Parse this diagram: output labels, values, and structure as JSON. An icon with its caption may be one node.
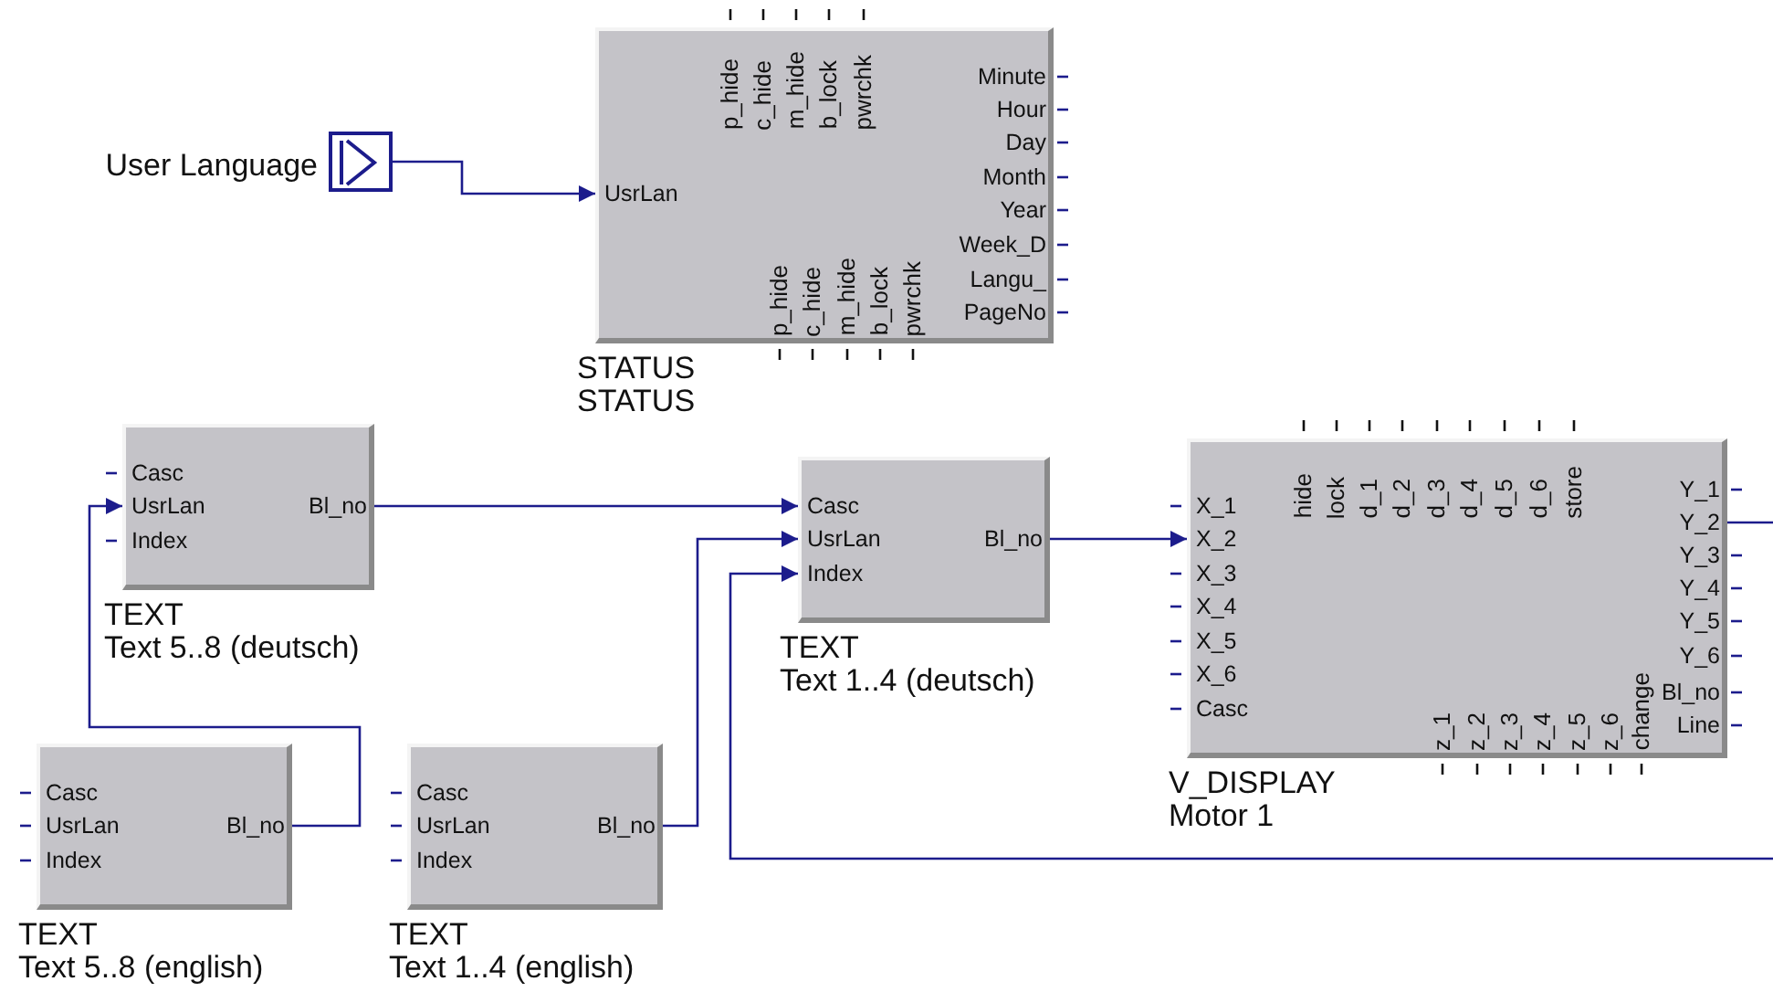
{
  "diagram": {
    "nodes": [
      {
        "text": [],
        "shape": "box",
        "beside": [
          "User Language"
        ]
      },
      {
        "text": [
          "STATUS",
          "STATUS",
          "UsrLan",
          "p_hide",
          "c_hide",
          "m_hide",
          "b_lock",
          "pwrchk",
          "p_hide",
          "c_hide",
          "m_hide",
          "b_lock",
          "pwrchk",
          "Minute",
          "Hour",
          "Day",
          "Month",
          "Year",
          "Week_D",
          "Langu_",
          "PageNo"
        ]
      },
      {
        "text": [
          "TEXT",
          "Text 5..8 (deutsch)",
          "Casc",
          "UsrLan",
          "Index",
          "Bl_no"
        ]
      },
      {
        "text": [
          "TEXT",
          "Text 1..4 (deutsch)",
          "Casc",
          "UsrLan",
          "Index",
          "Bl_no"
        ]
      },
      {
        "text": [
          "V_DISPLAY",
          "Motor 1",
          "X_1",
          "X_2",
          "X_3",
          "X_4",
          "X_5",
          "X_6",
          "Casc",
          "hide",
          "lock",
          "d_1",
          "d_2",
          "d_3",
          "d_4",
          "d_5",
          "d_6",
          "store",
          "z_1",
          "z_2",
          "z_3",
          "z_4",
          "z_5",
          "z_6",
          "change",
          "Y_1",
          "Y_2",
          "Y_3",
          "Y_4",
          "Y_5",
          "Y_6",
          "Bl_no",
          "Line"
        ]
      },
      {
        "text": [
          "TEXT",
          "Text 5..8 (english)",
          "Casc",
          "UsrLan",
          "Index",
          "Bl_no"
        ]
      },
      {
        "text": [
          "TEXT",
          "Text 1..4 (english)",
          "Casc",
          "UsrLan",
          "Index",
          "Bl_no"
        ]
      }
    ],
    "edges": [
      {
        "from": 0,
        "to": 1,
        "arrow": "to"
      },
      {
        "from": 2,
        "to": 3,
        "arrow": "to"
      },
      {
        "from": 5,
        "to": 2,
        "arrow": "to"
      },
      {
        "from": 6,
        "to": 3,
        "arrow": "to"
      },
      {
        "from": null,
        "to": 3,
        "arrow": "to"
      },
      {
        "from": 3,
        "to": 4,
        "arrow": "to"
      },
      {
        "from": 4,
        "to": null,
        "arrow": "none"
      }
    ]
  }
}
